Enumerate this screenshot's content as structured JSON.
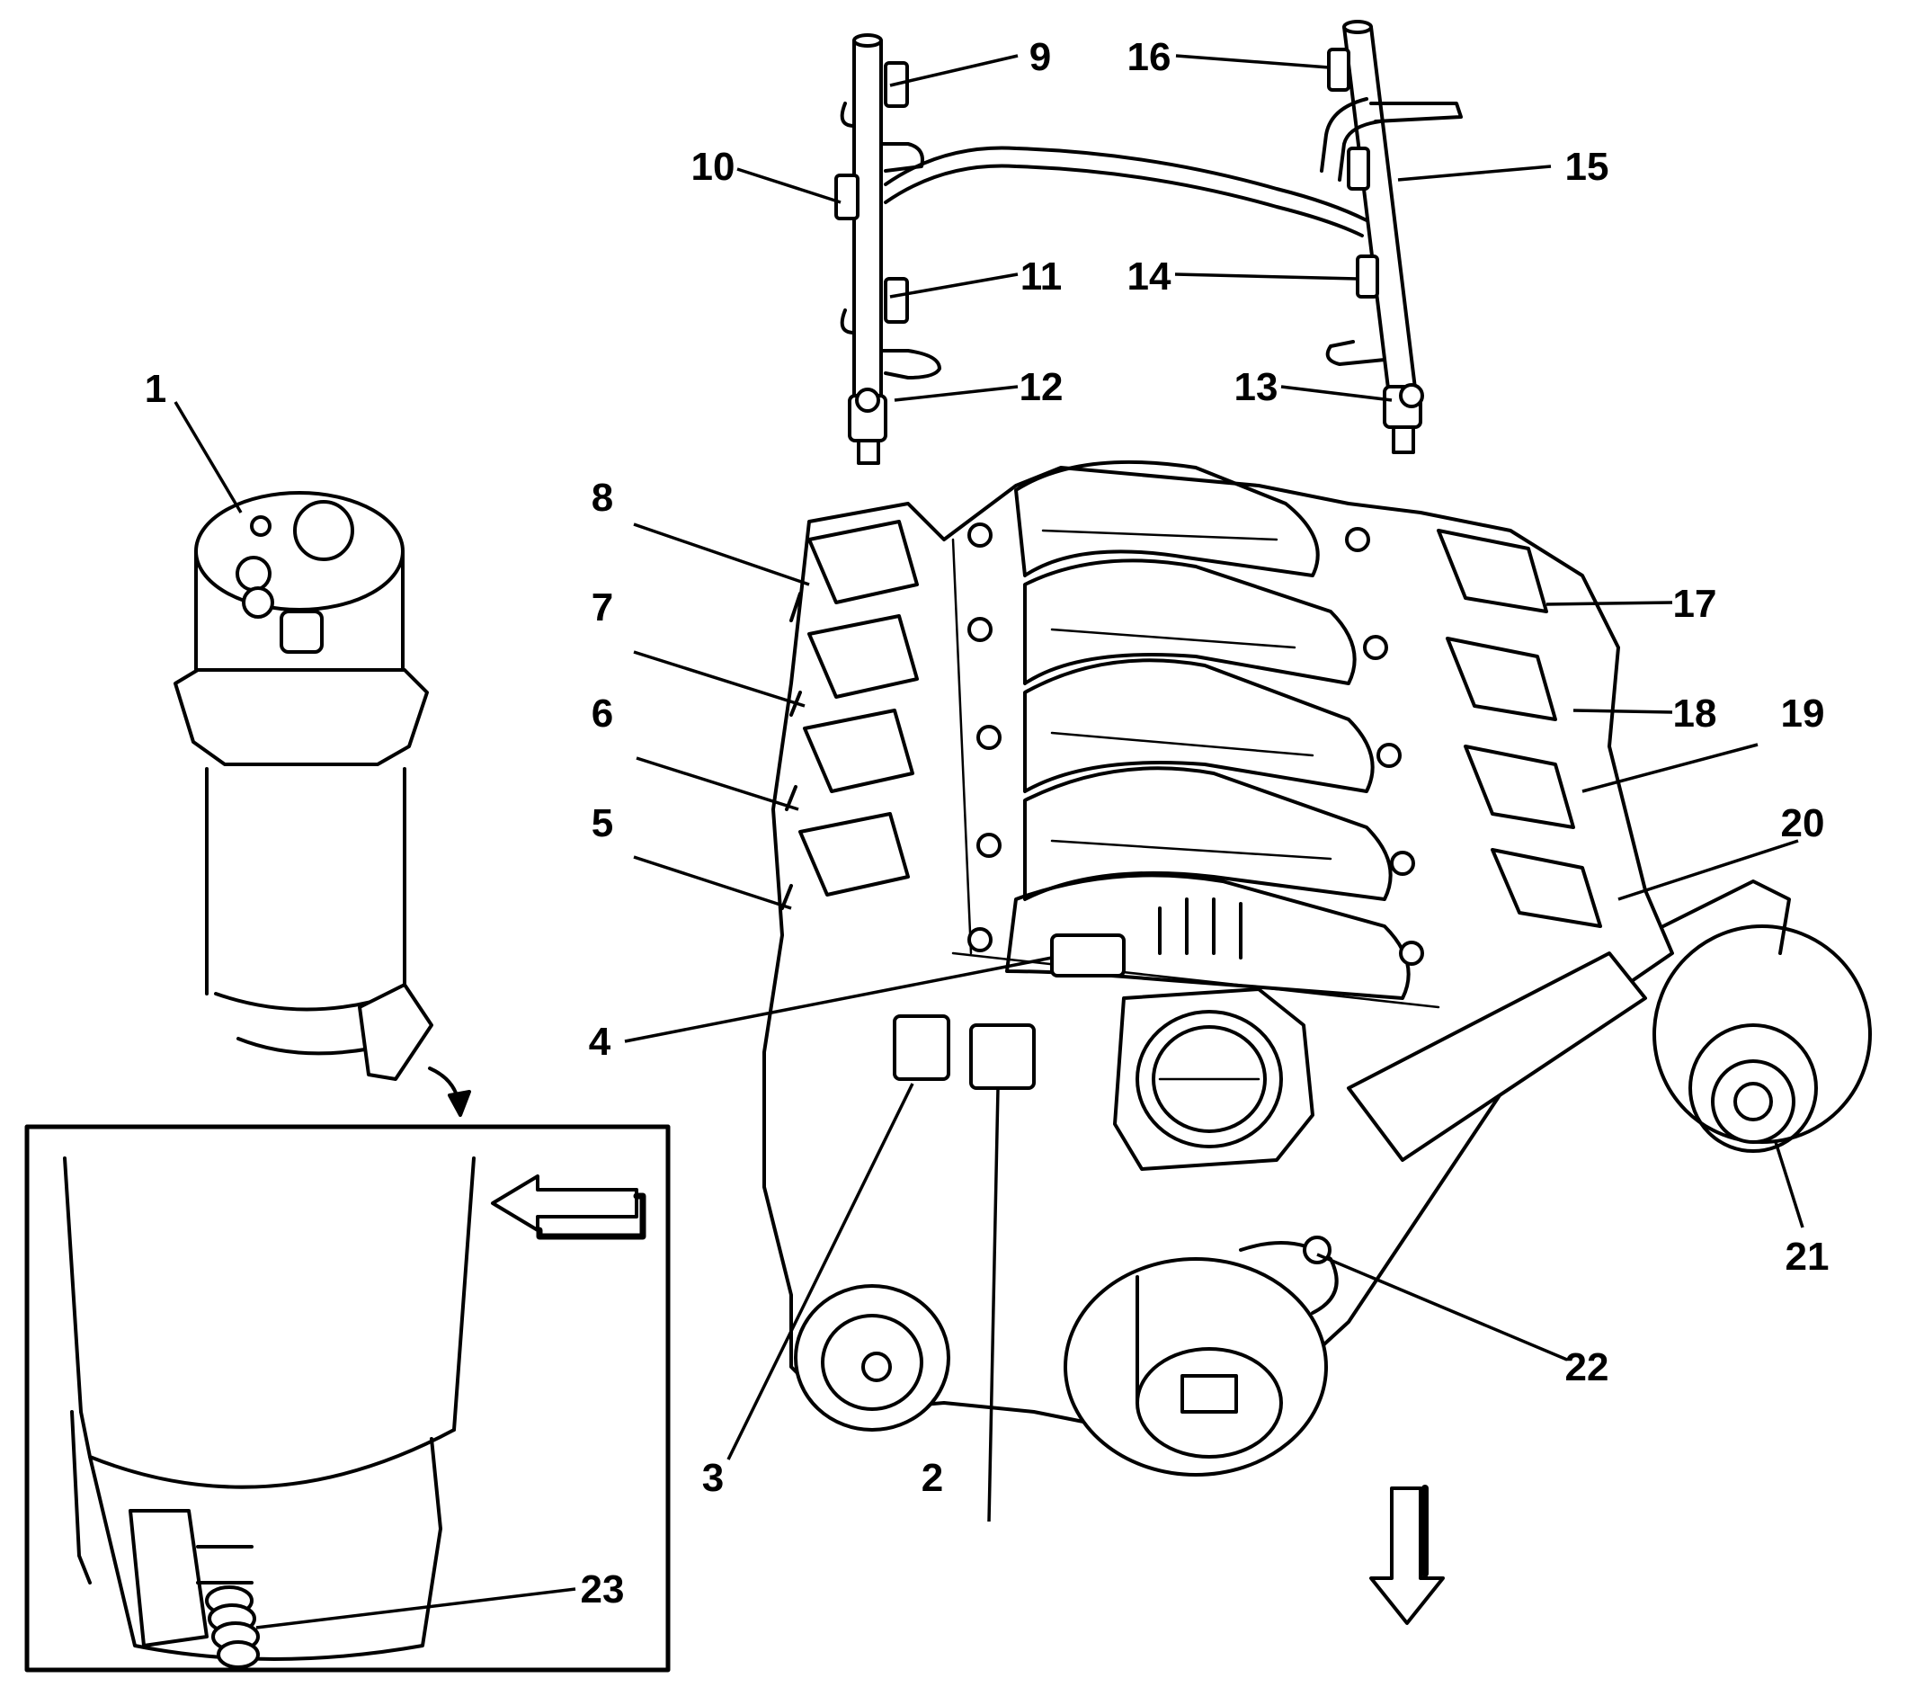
{
  "figure": {
    "callouts": [
      {
        "id": "1",
        "label": "1"
      },
      {
        "id": "2",
        "label": "2"
      },
      {
        "id": "3",
        "label": "3"
      },
      {
        "id": "4",
        "label": "4"
      },
      {
        "id": "5",
        "label": "5"
      },
      {
        "id": "6",
        "label": "6"
      },
      {
        "id": "7",
        "label": "7"
      },
      {
        "id": "8",
        "label": "8"
      },
      {
        "id": "9",
        "label": "9"
      },
      {
        "id": "10",
        "label": "10"
      },
      {
        "id": "11",
        "label": "11"
      },
      {
        "id": "12",
        "label": "12"
      },
      {
        "id": "13",
        "label": "13"
      },
      {
        "id": "14",
        "label": "14"
      },
      {
        "id": "15",
        "label": "15"
      },
      {
        "id": "16",
        "label": "16"
      },
      {
        "id": "17",
        "label": "17"
      },
      {
        "id": "18",
        "label": "18"
      },
      {
        "id": "19",
        "label": "19"
      },
      {
        "id": "20",
        "label": "20"
      },
      {
        "id": "21",
        "label": "21"
      },
      {
        "id": "22",
        "label": "22"
      },
      {
        "id": "23",
        "label": "23"
      }
    ],
    "indicators": [
      {
        "name": "front-direction-arrow",
        "direction": "down"
      },
      {
        "name": "detail-view-arrow",
        "direction": "left"
      },
      {
        "name": "detail-reference-arrow",
        "direction": "down"
      }
    ]
  }
}
